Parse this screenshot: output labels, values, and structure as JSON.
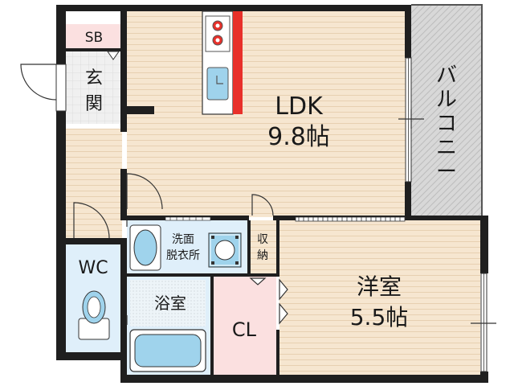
{
  "rooms": {
    "sb": "SB",
    "genkan": [
      "玄",
      "関"
    ],
    "ldk_name": "LDK",
    "ldk_size": "9.8帖",
    "balcony": [
      "バ",
      "ル",
      "コ",
      "ニ",
      "ー"
    ],
    "senmen": [
      "洗面",
      "脱衣所"
    ],
    "shuno": [
      "収",
      "納"
    ],
    "wc": "WC",
    "yokushitsu": "浴室",
    "cl": "CL",
    "yoshitsu_name": "洋室",
    "yoshitsu_size": "5.5帖"
  },
  "colors": {
    "floor_wood": "#f6e6d0",
    "wood_line": "#e6cfb0",
    "floor_tile": "#eeeeee",
    "storage_pink": "#fbe0e0",
    "bath_blue": "#dfeffa",
    "fixture_blue": "#9fd3ec",
    "balcony_gray": "#d4d4d4",
    "wall": "#1f1f1f",
    "kitchen_red": "#e8302a"
  }
}
